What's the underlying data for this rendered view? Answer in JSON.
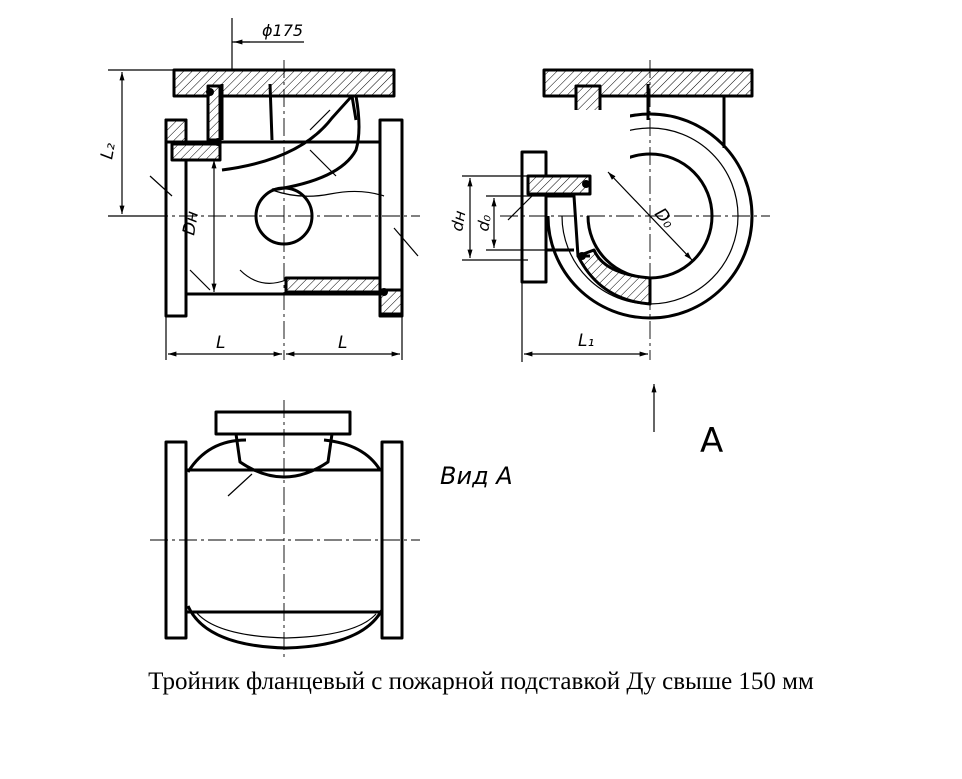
{
  "caption": "Тройник фланцевый с пожарной подставкой Ду свыше 150 мм",
  "labels": {
    "diameter_175": "ϕ175",
    "L2": "L₂",
    "Dn": "Dн",
    "L_left": "L",
    "L_right": "L",
    "dn": "dн",
    "d0": "d₀",
    "D0": "D₀",
    "L1": "L₁",
    "view_arrow": "A",
    "view_caption": "Вид A"
  }
}
